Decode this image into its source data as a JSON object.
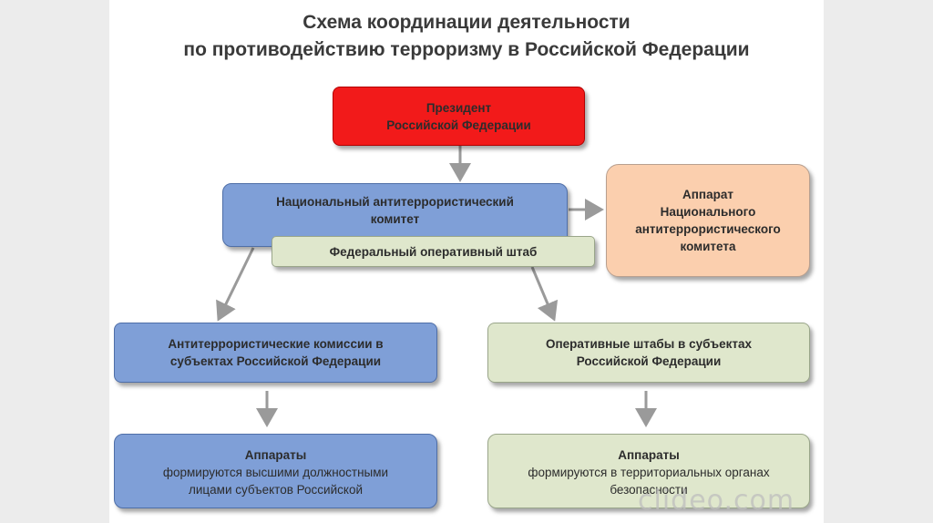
{
  "title": {
    "line1": "Схема координации деятельности",
    "line2": "по противодействию терроризму в Российской Федерации"
  },
  "nodes": {
    "president": {
      "line1": "Президент",
      "line2": "Российской Федерации"
    },
    "nak": {
      "line1": "Национальный антитеррористический",
      "line2": "комитет"
    },
    "apparatus_nak": {
      "line1": "Аппарат",
      "line2": "Национального",
      "line3": "антитеррористического",
      "line4": "комитета"
    },
    "fos": {
      "text": "Федеральный оперативный штаб"
    },
    "commissions": {
      "line1": "Антитеррористические комиссии в",
      "line2": "субъектах Российской Федерации"
    },
    "op_staff": {
      "line1": "Оперативные штабы в субъектах",
      "line2": "Российской Федерации"
    },
    "apparatus_left": {
      "heading": "Аппараты",
      "line1": "формируются высшими должностными",
      "line2": "лицами субъектов Российской"
    },
    "apparatus_right": {
      "heading": "Аппараты",
      "line1": "формируются в территориальных органах",
      "line2": "безопасности"
    }
  },
  "watermark": "clideo.com",
  "colors": {
    "red": "#f21a1a",
    "blue": "#7f9fd7",
    "green": "#dfe7cc",
    "peach": "#fbcfae"
  }
}
